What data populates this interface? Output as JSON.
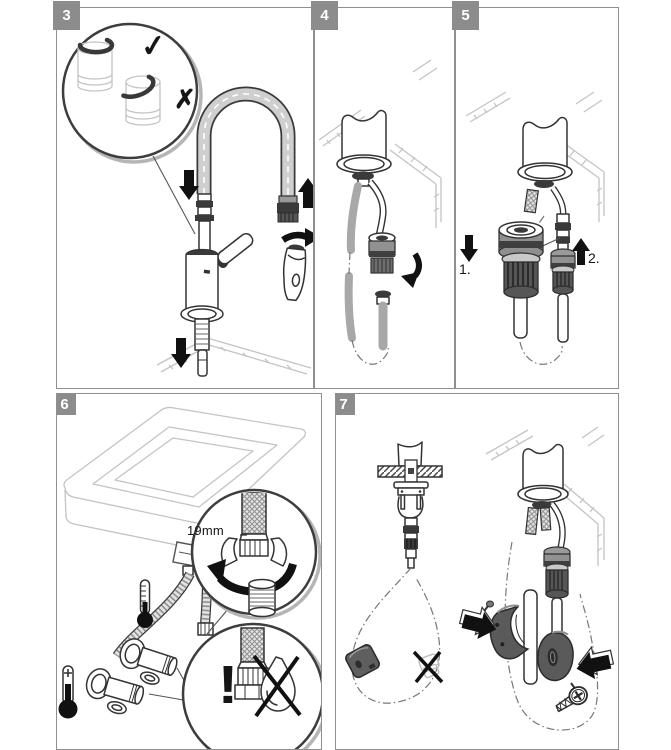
{
  "colors": {
    "background": "#ffffff",
    "panel_border": "#8f8f8f",
    "badge_background": "#8c8c8c",
    "badge_text": "#ffffff",
    "line_art": "#333333",
    "light_art": "#c4c4c4",
    "hose_gray": "#a8a8a8",
    "dark_part": "#565656",
    "arrow_black": "#111111"
  },
  "panels": {
    "step3": {
      "number": "3",
      "inset": {
        "correct_mark": "✓",
        "incorrect_mark": "✗"
      },
      "icons": [
        "magnifier-inset-circle",
        "retaining-ring-correct",
        "retaining-ring-wrong",
        "check-mark",
        "cross-mark",
        "down-arrow",
        "up-arrow",
        "rotate-arrow",
        "faucet-with-arc-spout",
        "pull-out-spray-head",
        "sink-edge"
      ]
    },
    "step4": {
      "number": "4",
      "icons": [
        "under-sink-view",
        "faucet-shank",
        "supply-hose",
        "pull-out-hose",
        "hose-connector",
        "rotate-arrow",
        "dashed-hose-loop"
      ]
    },
    "step5": {
      "number": "5",
      "sequence_labels": {
        "first": "1.",
        "second": "2."
      },
      "icons": [
        "quick-coupling",
        "hose-end",
        "down-arrow",
        "up-arrow",
        "leader-line",
        "under-sink-view"
      ]
    },
    "step6": {
      "number": "6",
      "labels": {
        "wrench_size": "19mm",
        "warning": "!"
      },
      "icons": [
        "sink-underside",
        "braided-hose",
        "angle-valve",
        "thermometer-scale",
        "thermometer-cross",
        "magnifier-inset-circle",
        "wrench-jaw",
        "rotate-arrow",
        "threaded-shank",
        "no-drip-crossed-droplet"
      ]
    },
    "step7": {
      "number": "7",
      "icons": [
        "counter-cross-section",
        "hose-loop-dash-dot",
        "hose-weight",
        "wrong-position-cross",
        "clamp-half-left",
        "clamp-half-right",
        "mounting-screws",
        "press-arrow-right",
        "press-arrow-left"
      ]
    }
  }
}
